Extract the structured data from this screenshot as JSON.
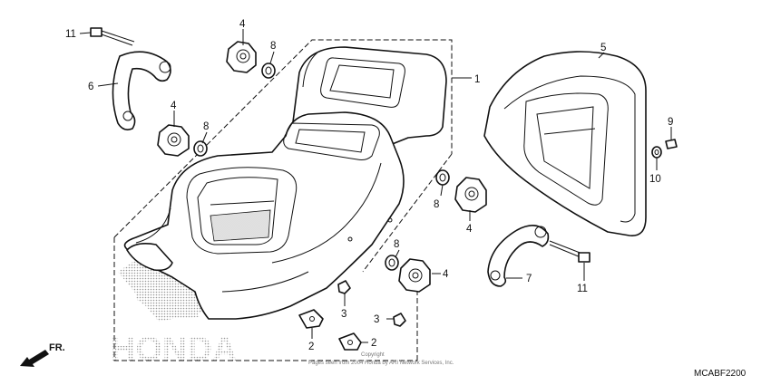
{
  "diagram": {
    "code": "MCABF2200",
    "direction_label": "FR.",
    "copyright_heading": "Copyright",
    "copyright_text": "Pages seen from 2004 Honda by ARI Network Services, Inc.",
    "watermark_text": "HONDA",
    "callouts": [
      {
        "id": "c11a",
        "label": "11"
      },
      {
        "id": "c6",
        "label": "6"
      },
      {
        "id": "c4a",
        "label": "4"
      },
      {
        "id": "c8a",
        "label": "8"
      },
      {
        "id": "c4b",
        "label": "4"
      },
      {
        "id": "c8b",
        "label": "8"
      },
      {
        "id": "c1",
        "label": "1"
      },
      {
        "id": "c5",
        "label": "5"
      },
      {
        "id": "c9",
        "label": "9"
      },
      {
        "id": "c10",
        "label": "10"
      },
      {
        "id": "c8c",
        "label": "8"
      },
      {
        "id": "c4c",
        "label": "4"
      },
      {
        "id": "c8d",
        "label": "8"
      },
      {
        "id": "c4d",
        "label": "4"
      },
      {
        "id": "c7",
        "label": "7"
      },
      {
        "id": "c11b",
        "label": "11"
      },
      {
        "id": "c3a",
        "label": "3"
      },
      {
        "id": "c3b",
        "label": "3"
      },
      {
        "id": "c2a",
        "label": "2"
      },
      {
        "id": "c2b",
        "label": "2"
      }
    ]
  }
}
